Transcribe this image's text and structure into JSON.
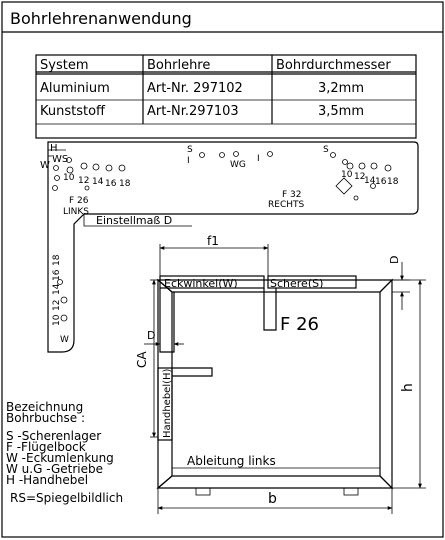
{
  "title": "Bohrlehrenanwendung",
  "table": {
    "headers": [
      "System",
      "Bohrlehre",
      "Bohrdurchmesser"
    ],
    "rows": [
      [
        "Aluminium",
        "Art-Nr.  297102",
        "3,2mm"
      ],
      [
        "Kunststoff",
        "Art-Nr.297103",
        "3,5mm"
      ]
    ]
  },
  "template": {
    "label_h": "H",
    "label_ws": "WS",
    "label_w": "W",
    "label_s_left": "S",
    "label_s_right": "S",
    "label_wg": "WG",
    "left_sizes": [
      "10",
      "12",
      "14",
      "16",
      "18"
    ],
    "right_sizes": [
      "10",
      "12",
      "14",
      "16",
      "18"
    ],
    "vertical_sizes": [
      "18",
      "16",
      "14",
      "12",
      "10"
    ],
    "label_vertical_w": "W",
    "left_f": "F  26",
    "left_side": "LINKS",
    "right_f": "F 32",
    "right_side": "RECHTS",
    "einstellmass": "Einstellmaß D"
  },
  "window": {
    "f1": "f1",
    "d_top": "D",
    "d_left": "D",
    "eckwinkel": "Eckwinkel(W)",
    "schere": "Schere(S)",
    "f26": "F 26",
    "ca": "CA",
    "handhebel": "Handhebel(H)",
    "ableitung": "Ableitung links",
    "h": "h",
    "b": "b"
  },
  "legend": {
    "heading_1": "Bezeichnung",
    "heading_2": "Bohrbuchse :",
    "items": [
      "S -Scherenlager",
      "F -Flügelbock",
      "W -Eckumlenkung",
      "W u.G -Getriebe",
      "H -Handhebel"
    ],
    "footnote": "RS=Spiegelbildlich"
  }
}
